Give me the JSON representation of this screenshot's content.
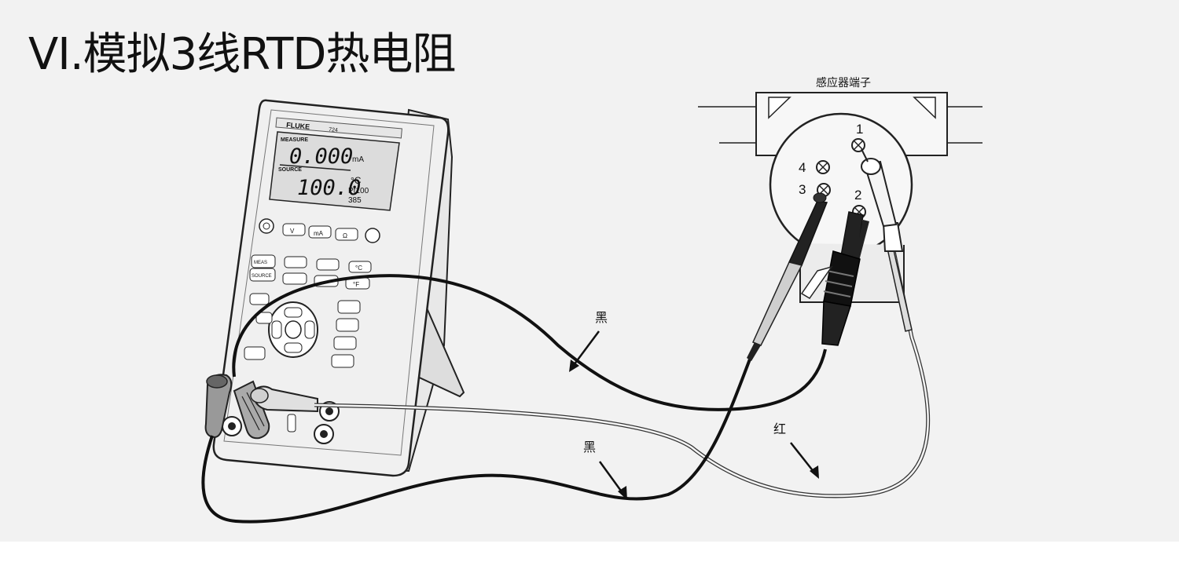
{
  "slide": {
    "title": "VI.模拟3线RTD热电阻"
  },
  "sensor": {
    "caption": "感应器端子",
    "terminals": [
      {
        "label": "1"
      },
      {
        "label": "2"
      },
      {
        "label": "3"
      },
      {
        "label": "4"
      }
    ]
  },
  "calibrator": {
    "brand": "FLUKE",
    "model": "724",
    "display": {
      "measure_header": "MEASURE",
      "measure_value": "0.000",
      "measure_unit": "mA",
      "source_header": "SOURCE",
      "source_value": "100.0",
      "source_unit": "°C",
      "source_type": "Pt100",
      "source_alpha": "385"
    },
    "keys": {
      "v": "V",
      "ma": "mA",
      "ohm": "Ω",
      "meas": "MEAS",
      "source": "SOURCE",
      "c": "°C",
      "f": "°F"
    }
  },
  "wires": {
    "black_upper": "黑",
    "black_lower": "黑",
    "red": "红"
  }
}
